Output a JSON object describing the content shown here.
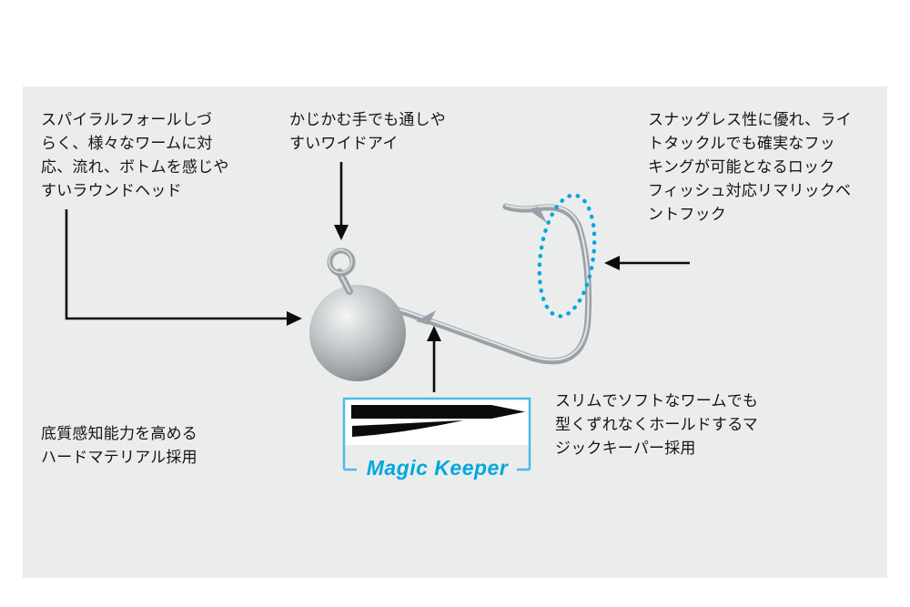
{
  "labels": {
    "round_head": [
      "スパイラルフォールしづ",
      "らく、様々なワームに対",
      "応、流れ、ボトムを感じや",
      "すいラウンドヘッド"
    ],
    "wide_eye": [
      "かじかむ手でも通しや",
      "すいワイドアイ"
    ],
    "bent_hook": [
      "スナッグレス性に優れ、ライ",
      "トタックルでも確実なフッ",
      "キングが可能となるロック",
      "フィッシュ対応リマリックベ",
      "ントフック"
    ],
    "hard_material": [
      "底質感知能力を高める",
      "ハードマテリアル採用"
    ],
    "magic_keeper_desc": [
      "スリムでソフトなワームでも",
      "型くずれなくホールドするマ",
      "ジックキーパー採用"
    ],
    "magic_keeper": "Magic Keeper"
  },
  "colors": {
    "panel_bg": "#ebedec",
    "text": "#141414",
    "arrow": "#0b0b0b",
    "cyan": "#00a7e0",
    "box_border": "#4cbbe9",
    "metal": "#9aa1a6"
  }
}
